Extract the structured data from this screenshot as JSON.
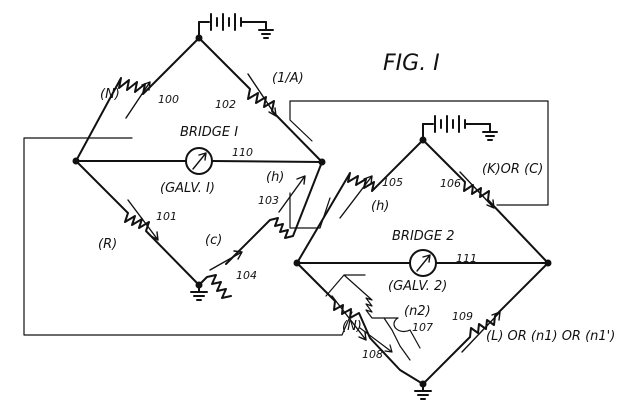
{
  "figure": {
    "title": "FIG. I"
  },
  "bridge1": {
    "title": "BRIDGE I",
    "galvanometer": {
      "label": "(GALV. I)",
      "ref": "110"
    },
    "resistors": [
      {
        "name": "(N)",
        "ref": "100"
      },
      {
        "name": "(1/A)",
        "ref": "102"
      },
      {
        "name": "(R)",
        "ref": "101"
      },
      {
        "name": "(c)",
        "ref": "104"
      },
      {
        "name": "(h)",
        "ref": "103"
      }
    ]
  },
  "bridge2": {
    "title": "BRIDGE 2",
    "galvanometer": {
      "label": "(GALV. 2)",
      "ref": "111"
    },
    "resistors": [
      {
        "name": "(h)",
        "ref": "105"
      },
      {
        "name": "(K)OR (C)",
        "ref": "106"
      },
      {
        "name": "(n2)",
        "ref": "107"
      },
      {
        "name": "(N)",
        "ref": "108"
      },
      {
        "name": "(L) OR (n1) OR (n1')",
        "ref": "109"
      }
    ]
  }
}
